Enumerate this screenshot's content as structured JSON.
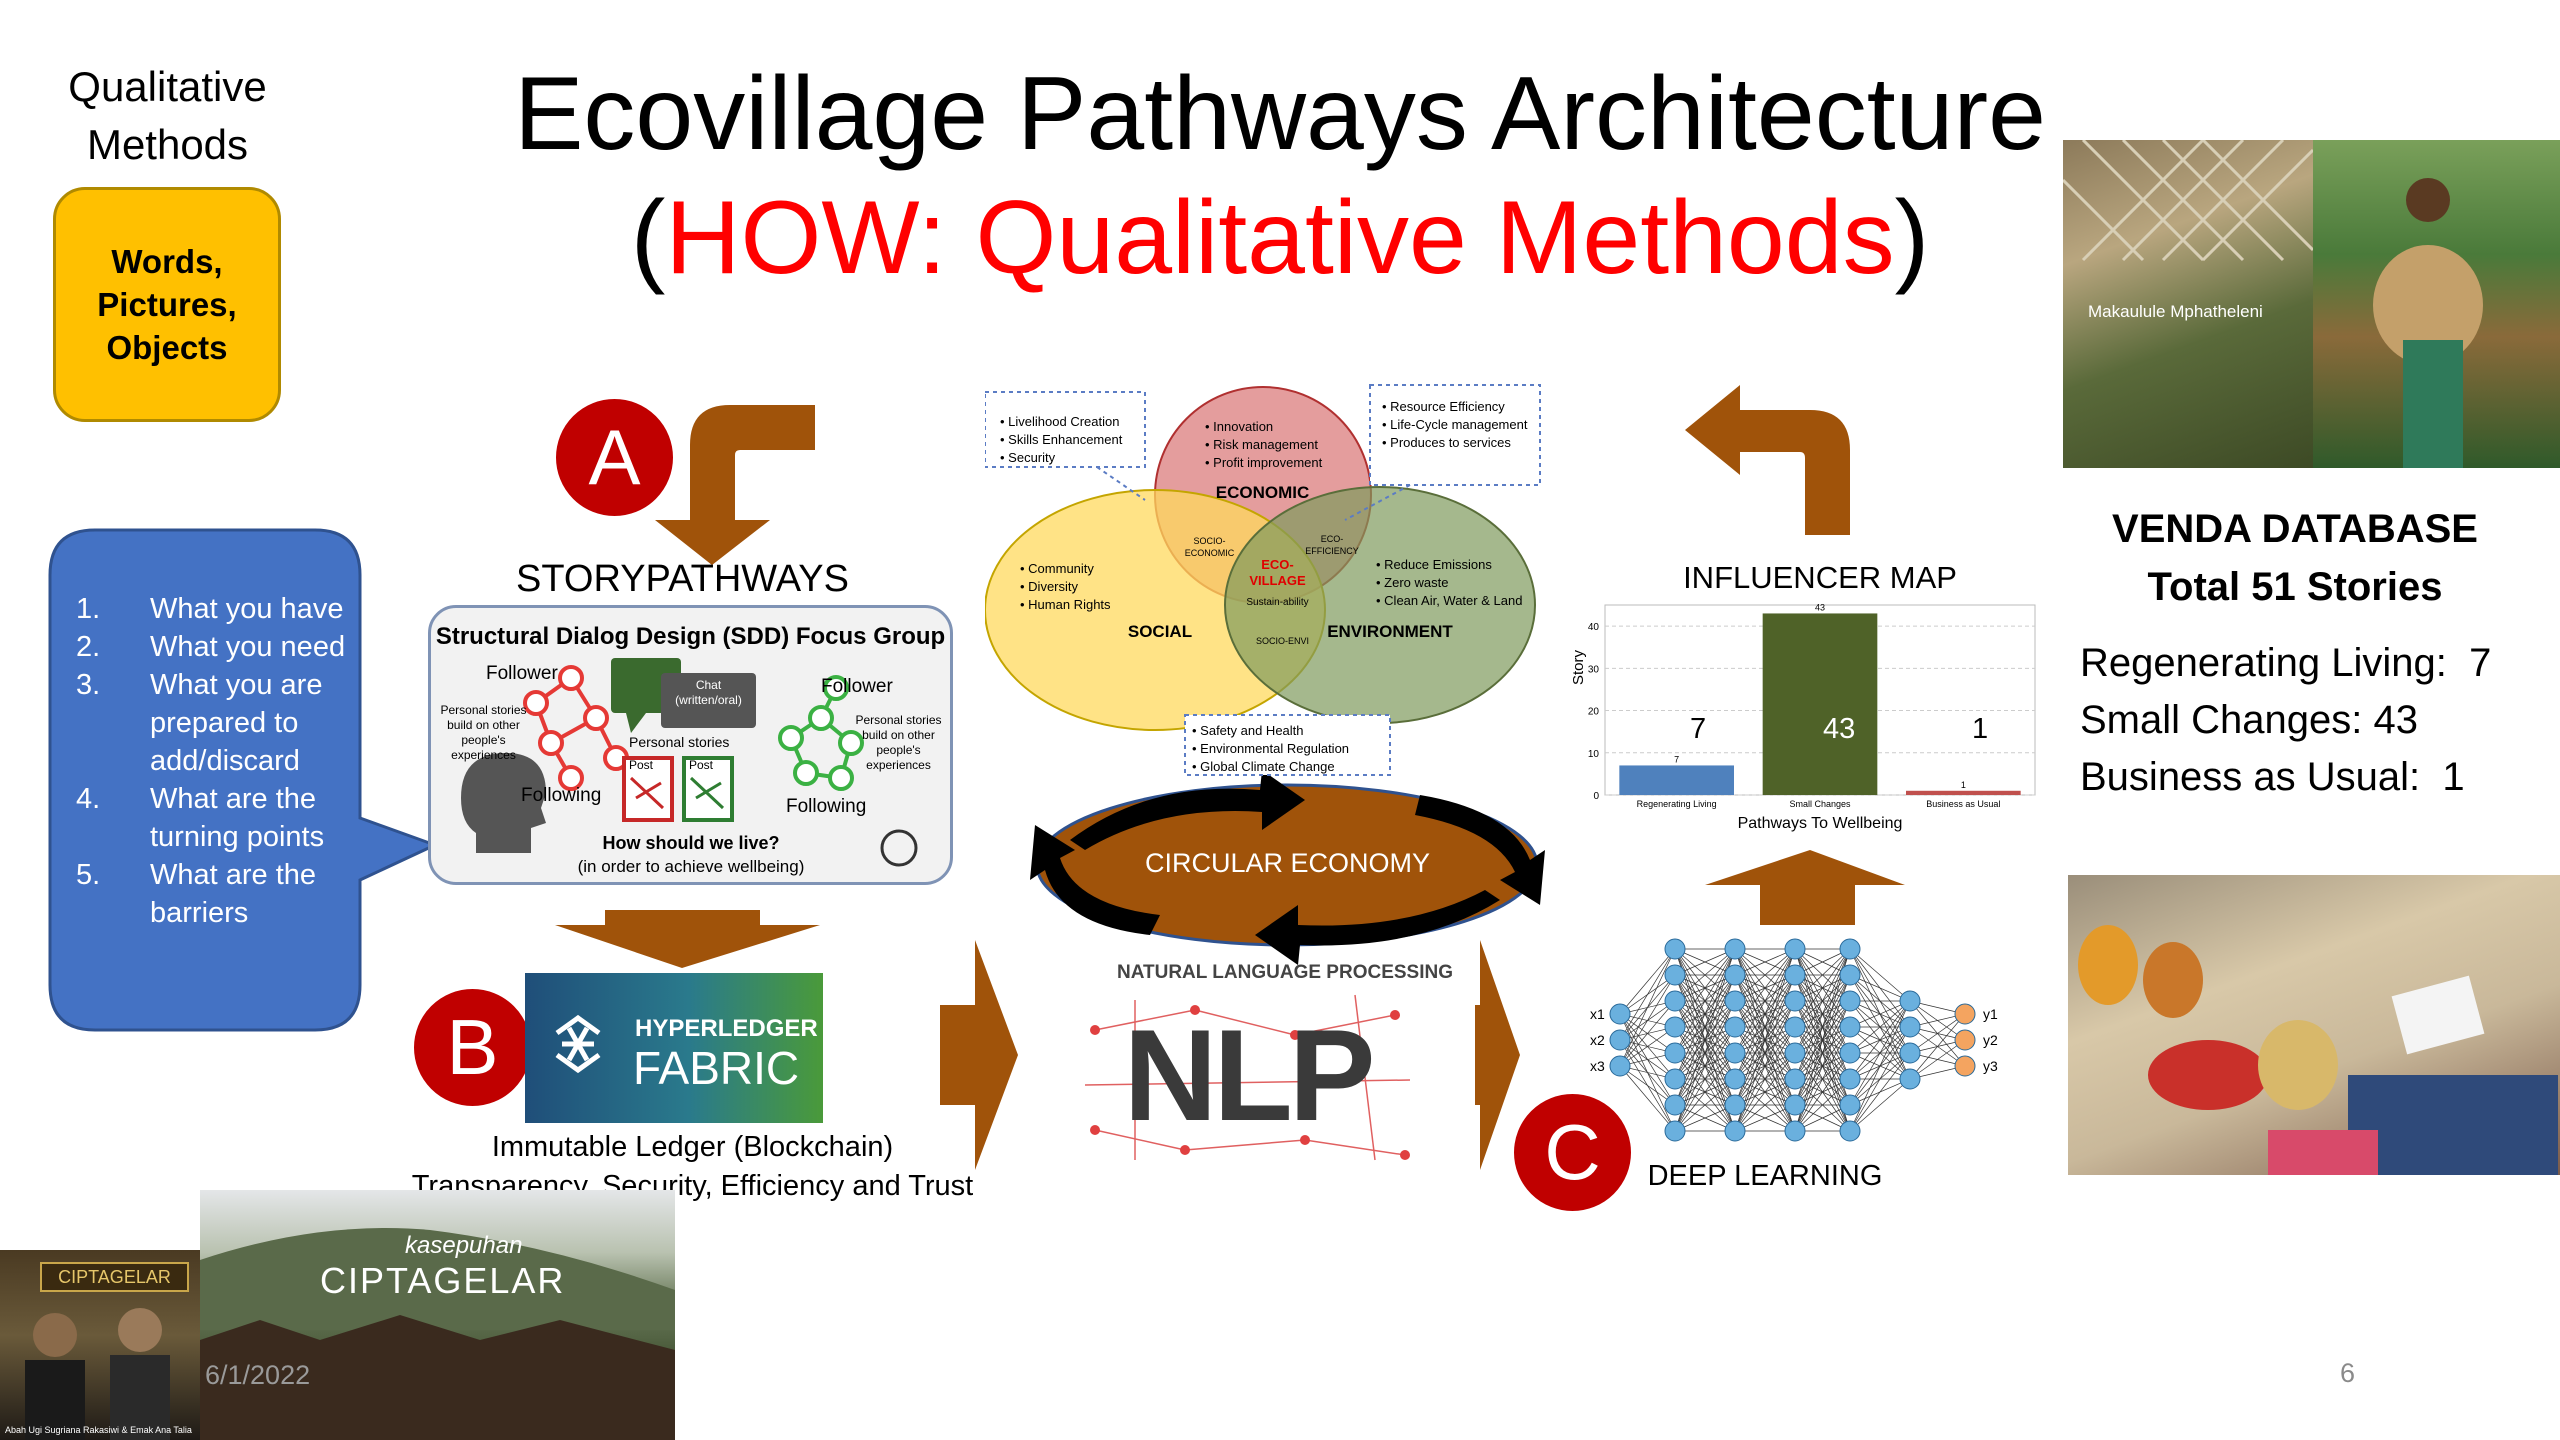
{
  "slide": {
    "title_line1": "Ecovillage Pathways Architecture",
    "title_line2_open": "(",
    "title_line2_red": "HOW: Qualitative Methods",
    "title_line2_close": ")",
    "page_number": "6",
    "footer_date": "6/1/2022"
  },
  "left": {
    "heading": "Qualitative Methods",
    "box_text": "Words, Pictures, Objects",
    "callout_items": [
      "What you have",
      "What you need",
      "What you are prepared to add/discard",
      "What are the turning points",
      "What are the barriers"
    ],
    "callout_numbers": [
      "1.",
      "2.",
      "3.",
      "4.",
      "5."
    ]
  },
  "markers": {
    "a": "A",
    "b": "B",
    "c": "C"
  },
  "storypathways": {
    "heading": "STORYPATHWAYS",
    "box_title": "Structural Dialog Design (SDD) Focus Group",
    "follower_left": "Follower",
    "follower_right": "Follower",
    "personal_left": "Personal stories build on other people's experiences",
    "personal_right": "Personal stories build on other people's experiences",
    "chat": "Chat (written/oral)",
    "personal_mid": "Personal stories",
    "post1": "Post",
    "post2": "Post",
    "following_left": "Following",
    "following_right": "Following",
    "question": "How should we live?",
    "question_sub": "(in order to achieve wellbeing)"
  },
  "ledger": {
    "logo_top": "HYPERLEDGER",
    "logo_bottom": "FABRIC",
    "caption1": "Immutable Ledger (Blockchain)",
    "caption2": "Transparency, Security, Efficiency and Trust"
  },
  "venn": {
    "economic": "ECONOMIC",
    "social": "SOCIAL",
    "environment": "ENVIRONMENT",
    "eco_village": "ECO-VILLAGE",
    "socio_economic": "SOCIO-ECONOMIC",
    "eco_efficiency": "ECO-EFFICIENCY",
    "sustainability": "Sustain-ability",
    "socio_envi": "SOCIO-ENVI",
    "economic_items": [
      "Innovation",
      "Risk management",
      "Profit improvement"
    ],
    "social_items": [
      "Community",
      "Diversity",
      "Human Rights"
    ],
    "environment_items": [
      "Reduce Emissions",
      "Zero waste",
      "Clean Air, Water & Land"
    ],
    "callout_top_left": [
      "Livelihood Creation",
      "Skills Enhancement",
      "Security"
    ],
    "callout_top_right": [
      "Resource Efficiency",
      "Life-Cycle management",
      "Produces to services"
    ],
    "callout_bottom": [
      "Safety and Health",
      "Environmental Regulation",
      "Global Climate Change"
    ]
  },
  "circular": {
    "label": "CIRCULAR ECONOMY"
  },
  "nlp": {
    "heading": "NATURAL LANGUAGE PROCESSING",
    "logo": "NLP"
  },
  "influencer": {
    "heading": "INFLUENCER MAP",
    "ylabel": "Story",
    "xlabel": "Pathways To Wellbeing",
    "yticks": [
      "0",
      "10",
      "20",
      "30",
      "40"
    ],
    "overlay_values": [
      "7",
      "43",
      "1"
    ]
  },
  "chart_data": {
    "type": "bar",
    "categories": [
      "Regenerating Living",
      "Small Changes",
      "Business as Usual"
    ],
    "values": [
      7,
      43,
      1
    ],
    "xlabel": "Pathways To Wellbeing",
    "ylabel": "Story",
    "ylim": [
      0,
      45
    ],
    "colors": [
      "#4f81bd",
      "#4f6228",
      "#c0504d"
    ],
    "grid": true
  },
  "deep_learning": {
    "label": "DEEP LEARNING",
    "inputs": [
      "x1",
      "x2",
      "x3"
    ],
    "outputs": [
      "y1",
      "y2",
      "y3"
    ]
  },
  "venda": {
    "title1": "VENDA DATABASE",
    "title2": "Total 51 Stories",
    "stats": [
      "Regenerating Living:  7",
      "Small Changes: 43",
      "Business as Usual:  1"
    ]
  },
  "photos": {
    "top_right_caption": "Makaulule Mphatheleni",
    "ciptagelar_small": "kasepuhan",
    "ciptagelar_big": "CIPTAGELAR",
    "ciptagelar_caption": "Abah Ugi Sugriana Rakasiwi & Emak Ana Talia",
    "sign": "CIPTAGELAR"
  },
  "colors": {
    "arrow_brown": "#a0530a",
    "marker_red": "#c00000",
    "callout_blue": "#4472c4",
    "box_yellow": "#ffc000"
  }
}
